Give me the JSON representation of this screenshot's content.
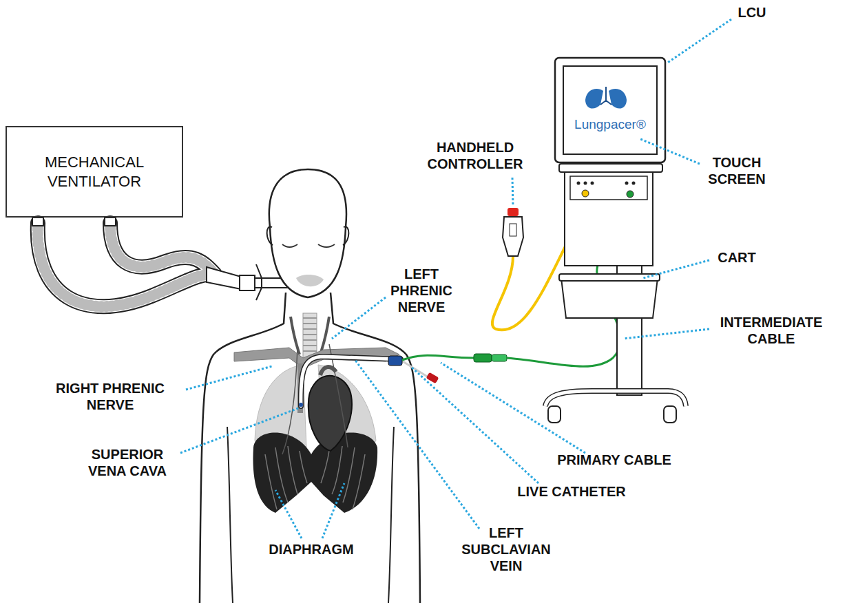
{
  "diagram": {
    "nodes": [
      {
        "text": [
          "MECHANICAL VENTILATOR"
        ]
      },
      {
        "text": [
          "Lungpacer®"
        ]
      }
    ],
    "labels": [
      "LCU",
      "HANDHELD CONTROLLER",
      "TOUCH SCREEN",
      "CART",
      "INTERMEDIATE CABLE",
      "LEFT PHRENIC NERVE",
      "RIGHT PHRENIC NERVE",
      "SUPERIOR VENA CAVA",
      "PRIMARY CABLE",
      "LIVE CATHETER",
      "DIAPHRAGM",
      "LEFT SUBCLAVIAN VEIN"
    ]
  }
}
